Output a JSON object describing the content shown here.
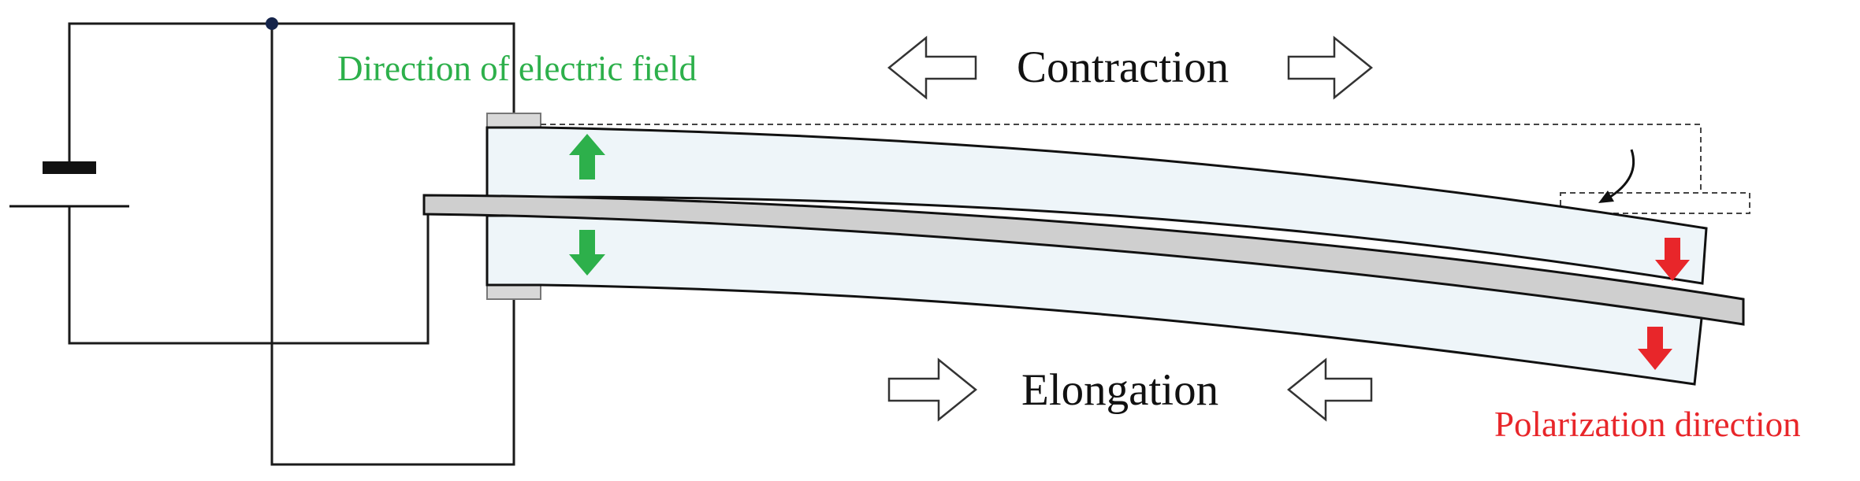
{
  "labels": {
    "field_direction": "Direction of electric field",
    "contraction": "Contraction",
    "elongation": "Elongation",
    "polarization": "Polarization direction"
  },
  "colors": {
    "field_green": "#2db04b",
    "polarization_red": "#e8262a",
    "piezo_fill": "#eef5f9",
    "substrate_fill": "#cfcfcf",
    "wire": "#1a1a1a",
    "text_black": "#111111"
  },
  "icons": {
    "field_arrows": "green-arrow-icon",
    "polarization_arrows": "red-arrow-icon",
    "contraction_arrows": "hollow-arrow-icon",
    "elongation_arrows": "hollow-arrow-icon",
    "bend_indicator": "curved-arrow-icon",
    "power_source": "battery-icon"
  }
}
